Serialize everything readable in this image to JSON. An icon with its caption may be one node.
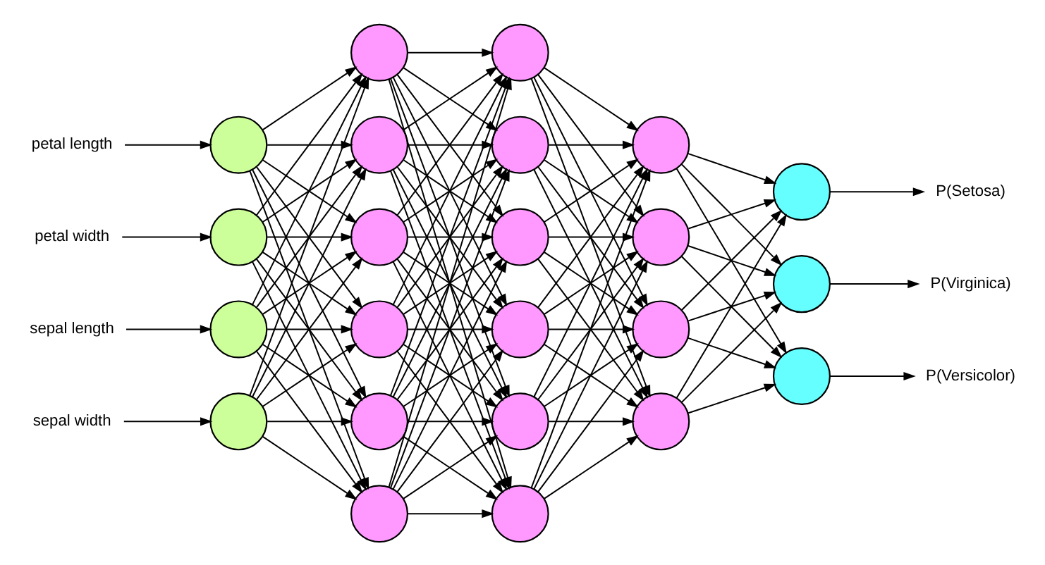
{
  "diagram": {
    "nodes": [
      {
        "text": [
          "petal length"
        ]
      },
      {
        "text": [
          "petal width"
        ]
      },
      {
        "text": [
          "sepal length"
        ]
      },
      {
        "text": [
          "sepal width"
        ]
      },
      {
        "text": [],
        "shape": "circle"
      },
      {
        "text": [],
        "shape": "circle"
      },
      {
        "text": [],
        "shape": "circle"
      },
      {
        "text": [],
        "shape": "circle"
      },
      {
        "text": [],
        "shape": "circle"
      },
      {
        "text": [],
        "shape": "circle"
      },
      {
        "text": [],
        "shape": "circle"
      },
      {
        "text": [],
        "shape": "circle"
      },
      {
        "text": [],
        "shape": "circle"
      },
      {
        "text": [],
        "shape": "circle"
      },
      {
        "text": [],
        "shape": "circle"
      },
      {
        "text": [],
        "shape": "circle"
      },
      {
        "text": [],
        "shape": "circle"
      },
      {
        "text": [],
        "shape": "circle"
      },
      {
        "text": [],
        "shape": "circle"
      },
      {
        "text": [],
        "shape": "circle"
      },
      {
        "text": [],
        "shape": "circle"
      },
      {
        "text": [],
        "shape": "circle"
      },
      {
        "text": [],
        "shape": "circle"
      },
      {
        "text": [],
        "shape": "circle"
      },
      {
        "text": [],
        "shape": "circle"
      },
      {
        "text": [],
        "shape": "circle"
      },
      {
        "text": [],
        "shape": "circle"
      },
      {
        "text": [
          "P(Setosa)"
        ]
      },
      {
        "text": [
          "P(Virginica)"
        ]
      },
      {
        "text": [
          "P(Versicolor)"
        ]
      }
    ],
    "edges": [
      {
        "from": 0,
        "to": 4,
        "arrow": "to"
      },
      {
        "from": 1,
        "to": 5,
        "arrow": "to"
      },
      {
        "from": 2,
        "to": 6,
        "arrow": "to"
      },
      {
        "from": 3,
        "to": 7,
        "arrow": "to"
      },
      {
        "from": 4,
        "to": 8,
        "arrow": "to"
      },
      {
        "from": 4,
        "to": 9,
        "arrow": "to"
      },
      {
        "from": 4,
        "to": 10,
        "arrow": "to"
      },
      {
        "from": 4,
        "to": 11,
        "arrow": "to"
      },
      {
        "from": 4,
        "to": 12,
        "arrow": "to"
      },
      {
        "from": 4,
        "to": 13,
        "arrow": "to"
      },
      {
        "from": 5,
        "to": 8,
        "arrow": "to"
      },
      {
        "from": 5,
        "to": 9,
        "arrow": "to"
      },
      {
        "from": 5,
        "to": 10,
        "arrow": "to"
      },
      {
        "from": 5,
        "to": 11,
        "arrow": "to"
      },
      {
        "from": 5,
        "to": 12,
        "arrow": "to"
      },
      {
        "from": 5,
        "to": 13,
        "arrow": "to"
      },
      {
        "from": 6,
        "to": 8,
        "arrow": "to"
      },
      {
        "from": 6,
        "to": 9,
        "arrow": "to"
      },
      {
        "from": 6,
        "to": 10,
        "arrow": "to"
      },
      {
        "from": 6,
        "to": 11,
        "arrow": "to"
      },
      {
        "from": 6,
        "to": 12,
        "arrow": "to"
      },
      {
        "from": 6,
        "to": 13,
        "arrow": "to"
      },
      {
        "from": 7,
        "to": 8,
        "arrow": "to"
      },
      {
        "from": 7,
        "to": 9,
        "arrow": "to"
      },
      {
        "from": 7,
        "to": 10,
        "arrow": "to"
      },
      {
        "from": 7,
        "to": 11,
        "arrow": "to"
      },
      {
        "from": 7,
        "to": 12,
        "arrow": "to"
      },
      {
        "from": 7,
        "to": 13,
        "arrow": "to"
      },
      {
        "from": 8,
        "to": 14,
        "arrow": "to"
      },
      {
        "from": 8,
        "to": 15,
        "arrow": "to"
      },
      {
        "from": 8,
        "to": 16,
        "arrow": "to"
      },
      {
        "from": 8,
        "to": 17,
        "arrow": "to"
      },
      {
        "from": 8,
        "to": 18,
        "arrow": "to"
      },
      {
        "from": 8,
        "to": 19,
        "arrow": "to"
      },
      {
        "from": 9,
        "to": 14,
        "arrow": "to"
      },
      {
        "from": 9,
        "to": 15,
        "arrow": "to"
      },
      {
        "from": 9,
        "to": 16,
        "arrow": "to"
      },
      {
        "from": 9,
        "to": 17,
        "arrow": "to"
      },
      {
        "from": 9,
        "to": 18,
        "arrow": "to"
      },
      {
        "from": 9,
        "to": 19,
        "arrow": "to"
      },
      {
        "from": 10,
        "to": 14,
        "arrow": "to"
      },
      {
        "from": 10,
        "to": 15,
        "arrow": "to"
      },
      {
        "from": 10,
        "to": 16,
        "arrow": "to"
      },
      {
        "from": 10,
        "to": 17,
        "arrow": "to"
      },
      {
        "from": 10,
        "to": 18,
        "arrow": "to"
      },
      {
        "from": 10,
        "to": 19,
        "arrow": "to"
      },
      {
        "from": 11,
        "to": 14,
        "arrow": "to"
      },
      {
        "from": 11,
        "to": 15,
        "arrow": "to"
      },
      {
        "from": 11,
        "to": 16,
        "arrow": "to"
      },
      {
        "from": 11,
        "to": 17,
        "arrow": "to"
      },
      {
        "from": 11,
        "to": 18,
        "arrow": "to"
      },
      {
        "from": 11,
        "to": 19,
        "arrow": "to"
      },
      {
        "from": 12,
        "to": 14,
        "arrow": "to"
      },
      {
        "from": 12,
        "to": 15,
        "arrow": "to"
      },
      {
        "from": 12,
        "to": 16,
        "arrow": "to"
      },
      {
        "from": 12,
        "to": 17,
        "arrow": "to"
      },
      {
        "from": 12,
        "to": 18,
        "arrow": "to"
      },
      {
        "from": 12,
        "to": 19,
        "arrow": "to"
      },
      {
        "from": 13,
        "to": 14,
        "arrow": "to"
      },
      {
        "from": 13,
        "to": 15,
        "arrow": "to"
      },
      {
        "from": 13,
        "to": 16,
        "arrow": "to"
      },
      {
        "from": 13,
        "to": 17,
        "arrow": "to"
      },
      {
        "from": 13,
        "to": 18,
        "arrow": "to"
      },
      {
        "from": 13,
        "to": 19,
        "arrow": "to"
      },
      {
        "from": 14,
        "to": 20,
        "arrow": "to"
      },
      {
        "from": 14,
        "to": 21,
        "arrow": "to"
      },
      {
        "from": 14,
        "to": 22,
        "arrow": "to"
      },
      {
        "from": 14,
        "to": 23,
        "arrow": "to"
      },
      {
        "from": 15,
        "to": 20,
        "arrow": "to"
      },
      {
        "from": 15,
        "to": 21,
        "arrow": "to"
      },
      {
        "from": 15,
        "to": 22,
        "arrow": "to"
      },
      {
        "from": 15,
        "to": 23,
        "arrow": "to"
      },
      {
        "from": 16,
        "to": 20,
        "arrow": "to"
      },
      {
        "from": 16,
        "to": 21,
        "arrow": "to"
      },
      {
        "from": 16,
        "to": 22,
        "arrow": "to"
      },
      {
        "from": 16,
        "to": 23,
        "arrow": "to"
      },
      {
        "from": 17,
        "to": 20,
        "arrow": "to"
      },
      {
        "from": 17,
        "to": 21,
        "arrow": "to"
      },
      {
        "from": 17,
        "to": 22,
        "arrow": "to"
      },
      {
        "from": 17,
        "to": 23,
        "arrow": "to"
      },
      {
        "from": 18,
        "to": 20,
        "arrow": "to"
      },
      {
        "from": 18,
        "to": 21,
        "arrow": "to"
      },
      {
        "from": 18,
        "to": 22,
        "arrow": "to"
      },
      {
        "from": 18,
        "to": 23,
        "arrow": "to"
      },
      {
        "from": 19,
        "to": 20,
        "arrow": "to"
      },
      {
        "from": 19,
        "to": 21,
        "arrow": "to"
      },
      {
        "from": 19,
        "to": 22,
        "arrow": "to"
      },
      {
        "from": 19,
        "to": 23,
        "arrow": "to"
      },
      {
        "from": 20,
        "to": 24,
        "arrow": "to"
      },
      {
        "from": 20,
        "to": 25,
        "arrow": "to"
      },
      {
        "from": 20,
        "to": 26,
        "arrow": "to"
      },
      {
        "from": 21,
        "to": 24,
        "arrow": "to"
      },
      {
        "from": 21,
        "to": 25,
        "arrow": "to"
      },
      {
        "from": 21,
        "to": 26,
        "arrow": "to"
      },
      {
        "from": 22,
        "to": 24,
        "arrow": "to"
      },
      {
        "from": 22,
        "to": 25,
        "arrow": "to"
      },
      {
        "from": 22,
        "to": 26,
        "arrow": "to"
      },
      {
        "from": 23,
        "to": 24,
        "arrow": "to"
      },
      {
        "from": 23,
        "to": 25,
        "arrow": "to"
      },
      {
        "from": 23,
        "to": 26,
        "arrow": "to"
      },
      {
        "from": 24,
        "to": 27,
        "arrow": "to"
      },
      {
        "from": 25,
        "to": 28,
        "arrow": "to"
      },
      {
        "from": 26,
        "to": 29,
        "arrow": "to"
      }
    ]
  }
}
